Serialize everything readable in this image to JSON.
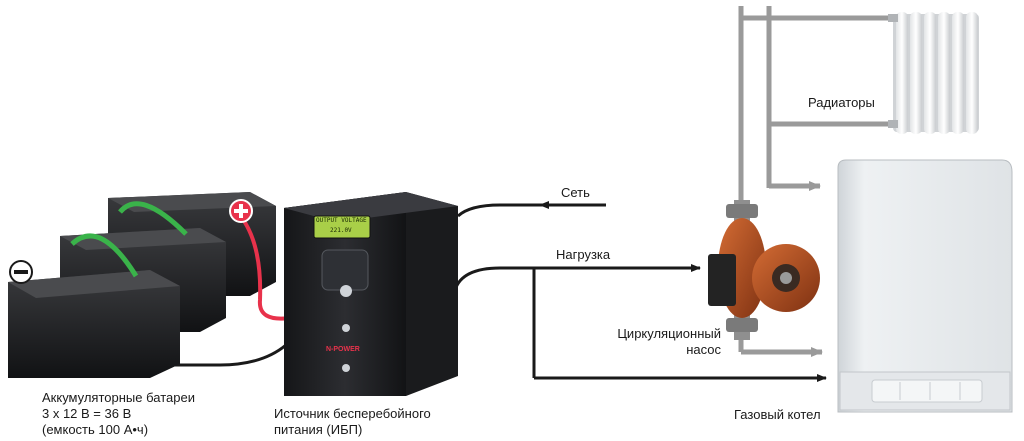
{
  "labels": {
    "network": "Сеть",
    "load": "Нагрузка",
    "radiators": "Радиаторы",
    "pump_line1": "Циркуляционный",
    "pump_line2": "насос",
    "boiler": "Газовый котел",
    "batteries_line1": "Аккумуляторные батареи",
    "batteries_line2": "3 х 12 В = 36 В",
    "batteries_line3": "(емкость 100 А•ч)",
    "ups_line1": "Источник бесперебойного",
    "ups_line2": "питания (ИБП)"
  },
  "ups": {
    "brand": "N-POWER",
    "lcd_line1": "OUTPUT VOLTAGE",
    "lcd_line2": "221.0V"
  },
  "terminals": {
    "negative": "−",
    "positive": "+"
  },
  "colors": {
    "pipe": "#9a9a9a",
    "wire": "#1a1a1a",
    "wire_positive": "#e8324b",
    "jumper": "#3ab34a",
    "battery_body": "#1e1f21",
    "ups_body": "#222326",
    "pump_body": "#b8501f",
    "boiler_body": "#e9ecee"
  }
}
